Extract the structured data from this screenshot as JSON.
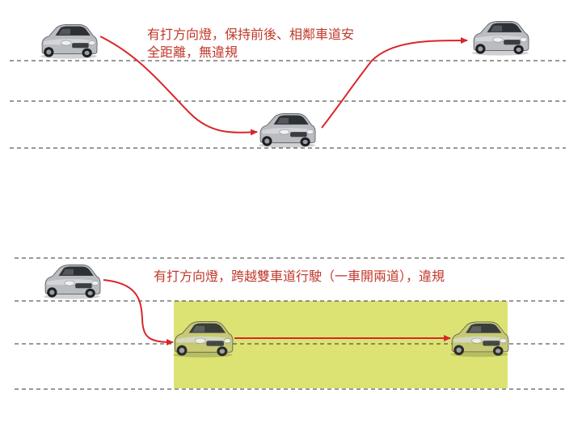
{
  "scenarios": [
    {
      "id": "legal",
      "caption": "有打方向燈，保持前後、相鄰車道安\n全距離，無違規",
      "highlight": false
    },
    {
      "id": "violation",
      "caption": "有打方向燈，跨越雙車道行駛（一車開兩道），違規",
      "highlight": true
    }
  ],
  "colors": {
    "arrow": "#d9262b",
    "highlight": "#dce373",
    "lane_line": "#333333",
    "caption_text": "#c0392b",
    "car_body": "#b9bcc1",
    "car_body_tinted": "#c6c874"
  }
}
